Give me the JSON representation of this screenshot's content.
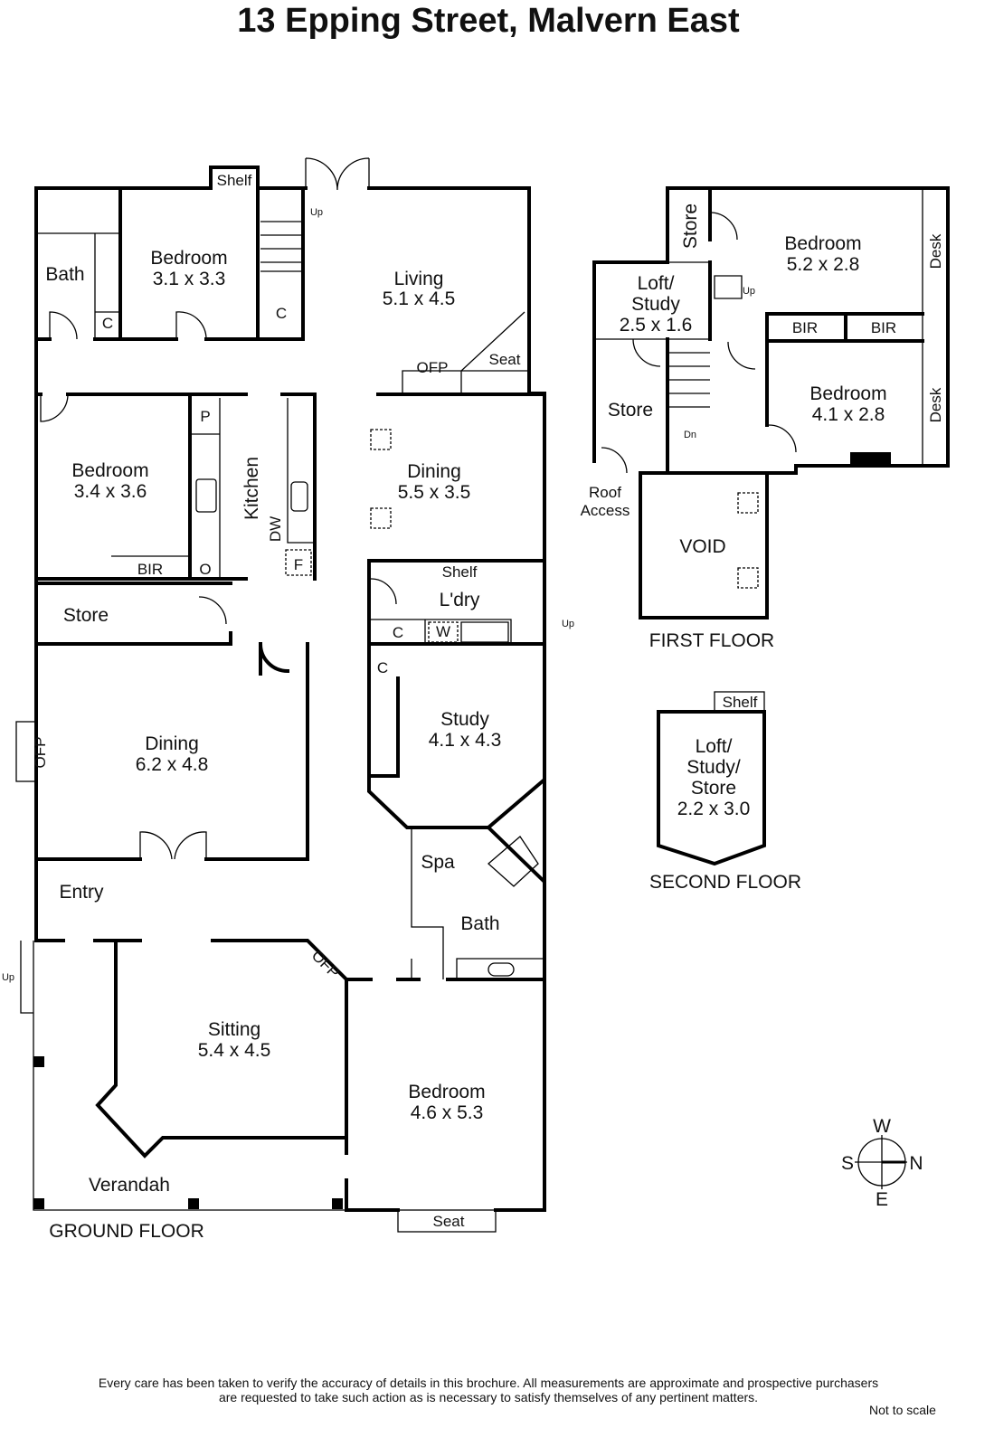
{
  "title": "13 Epping Street, Malvern East",
  "ground_floor": {
    "label": "GROUND FLOOR",
    "rooms": [
      {
        "name": "Bedroom",
        "dims": "3.1 x 3.3"
      },
      {
        "name": "Living",
        "dims": "5.1 x 4.5"
      },
      {
        "name": "Bedroom",
        "dims": "3.4 x 3.6"
      },
      {
        "name": "Dining",
        "dims": "5.5 x 3.5"
      },
      {
        "name": "Dining",
        "dims": "6.2 x 4.8"
      },
      {
        "name": "Study",
        "dims": "4.1 x 4.3"
      },
      {
        "name": "Sitting",
        "dims": "5.4 x 4.5"
      },
      {
        "name": "Bedroom",
        "dims": "4.6 x 5.3"
      }
    ],
    "labels": {
      "bath1": "Bath",
      "shelf1": "Shelf",
      "c1": "C",
      "c2": "C",
      "up1": "Up",
      "ofp1": "OFP",
      "seat1": "Seat",
      "p": "P",
      "kitchen": "Kitchen",
      "dw": "DW",
      "bir": "BIR",
      "o": "O",
      "f": "F",
      "store": "Store",
      "shelf2": "Shelf",
      "ldry": "L'dry",
      "c3": "C",
      "w": "W",
      "up2": "Up",
      "c4": "C",
      "ofp2": "OFP",
      "spa": "Spa",
      "bath2": "Bath",
      "entry": "Entry",
      "up3": "Up",
      "ofp3": "OFP",
      "verandah": "Verandah",
      "seat2": "Seat"
    }
  },
  "first_floor": {
    "label": "FIRST FLOOR",
    "rooms": [
      {
        "name": "Bedroom",
        "dims": "5.2 x 2.8"
      },
      {
        "name": "Loft/",
        "name2": "Study",
        "dims": "2.5 x 1.6"
      },
      {
        "name": "Bedroom",
        "dims": "4.1 x 2.8"
      }
    ],
    "labels": {
      "store1": "Store",
      "up": "Up",
      "desk1": "Desk",
      "bir1": "BIR",
      "bir2": "BIR",
      "store2": "Store",
      "dn": "Dn",
      "desk2": "Desk",
      "roof1": "Roof",
      "roof2": "Access",
      "void": "VOID"
    }
  },
  "second_floor": {
    "label": "SECOND FLOOR",
    "shelf": "Shelf",
    "room": {
      "l1": "Loft/",
      "l2": "Study/",
      "l3": "Store",
      "dims": "2.2 x 3.0"
    }
  },
  "compass": {
    "w": "W",
    "n": "N",
    "e": "E",
    "s": "S"
  },
  "disclaimer": {
    "line1": "Every care has been taken to verify the accuracy of details in this brochure.  All measurements are approximate and prospective purchasers",
    "line2": "are requested to take such action as is necessary to satisfy themselves of any pertinent matters.",
    "not_to_scale": "Not to scale"
  }
}
